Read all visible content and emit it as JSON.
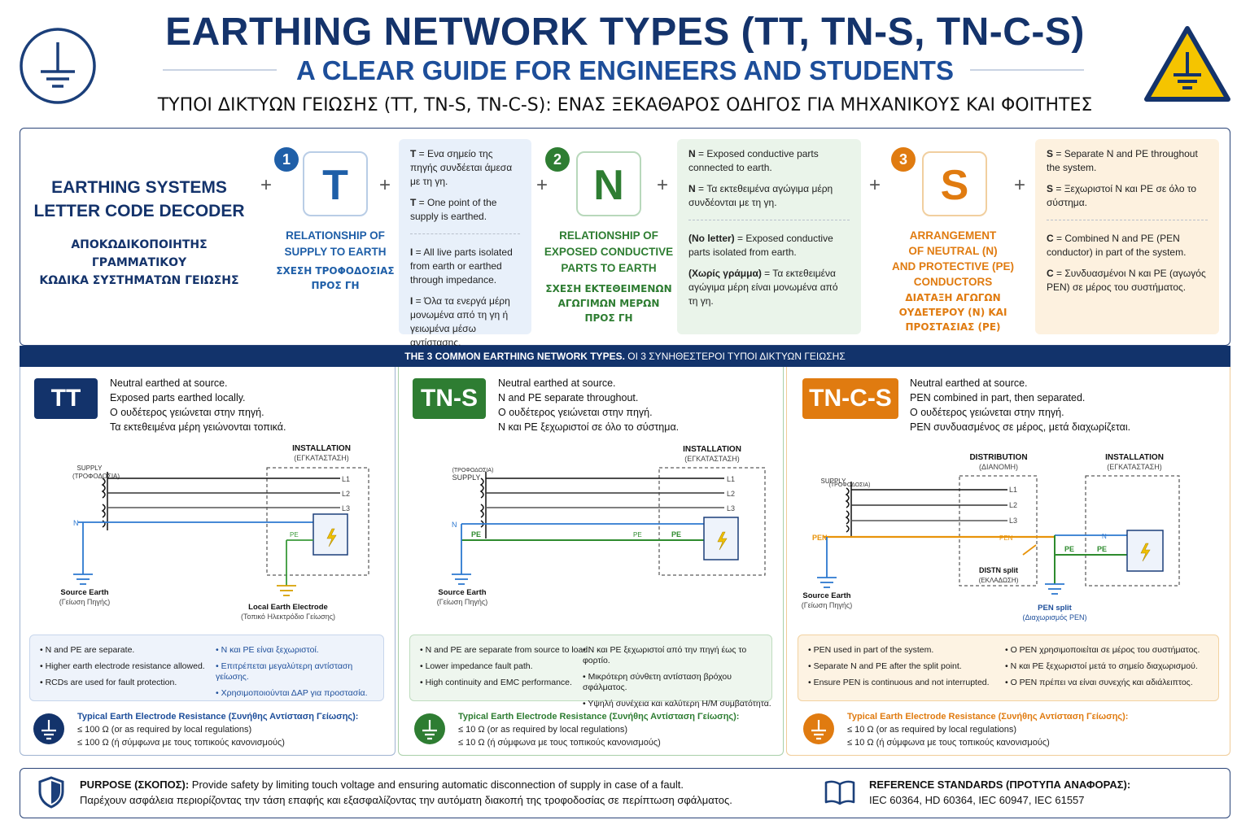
{
  "header": {
    "title": "EARTHING NETWORK TYPES (TT, TN-S, TN-C-S)",
    "subtitle": "A CLEAR GUIDE FOR ENGINEERS AND STUDENTS",
    "title_gr": "ΤΥΠΟΙ ΔΙΚΤΥΩΝ ΓΕΙΩΣΗΣ (TT, TN-S, TN-C-S): ΕΝΑΣ ΞΕΚΑΘΑΡΟΣ ΟΔΗΓΟΣ ΓΙΑ ΜΗΧΑΝΙΚΟΥΣ ΚΑΙ ΦΟΙΤΗΤΕΣ",
    "left_icon": "earth-ground-icon",
    "right_icon": "warning-earth-icon"
  },
  "decoder": {
    "title": "EARTHING SYSTEMS LETTER CODE DECODER",
    "title_line1": "EARTHING SYSTEMS",
    "title_line2": "LETTER CODE DECODER",
    "title_gr_line1": "ΑΠΟΚΩΔΙΚΟΠΟΙΗΤΗΣ ΓΡΑΜΜΑΤΙΚΟΥ",
    "title_gr_line2": "ΚΩΔΙΚΑ ΣΥΣΤΗΜΑΤΩΝ ΓΕΙΩΣΗΣ",
    "plus": "+",
    "letters": [
      {
        "num": "1",
        "letter": "T",
        "color": "#1f5fa8",
        "label_l1": "RELATIONSHIP OF",
        "label_l2": "SUPPLY TO EARTH",
        "label_gr_l1": "ΣΧΕΣΗ ΤΡΟΦΟΔΟΣΙΑΣ",
        "label_gr_l2": "ΠΡΟΣ ΓΗ",
        "defs": [
          {
            "key": "T",
            "text": " = Ενα σημείο της πηγής συνδέεται άμεσα με τη γη."
          },
          {
            "key": "T",
            "text": " = One point of the supply is earthed."
          },
          {
            "key": "I",
            "text": " = All live parts isolated from earth or earthed through impedance."
          },
          {
            "key": "I",
            "text": " = Όλα τα ενεργά μέρη μονωμένα από τη γη ή γειωμένα μέσω αντίστασης."
          }
        ]
      },
      {
        "num": "2",
        "letter": "N",
        "color": "#2e7d32",
        "label_l1": "RELATIONSHIP OF",
        "label_l2": "EXPOSED CONDUCTIVE",
        "label_l3": "PARTS TO EARTH",
        "label_gr_l1": "ΣΧΕΣΗ ΕΚΤΕΘΕΙΜΕΝΩΝ",
        "label_gr_l2": "ΑΓΩΓΙΜΩΝ ΜΕΡΩΝ",
        "label_gr_l3": "ΠΡΟΣ ΓΗ",
        "defs": [
          {
            "key": "N",
            "text": " = Exposed conductive parts connected to earth."
          },
          {
            "key": "N",
            "text": " = Τα εκτεθειμένα αγώγιμα μέρη συνδέονται με τη γη."
          },
          {
            "key": "(No letter)",
            "text": " = Exposed conductive parts isolated from earth."
          },
          {
            "key": "(Χωρίς γράμμα)",
            "text": " = Τα εκτεθειμένα αγώγιμα μέρη είναι μονωμένα από τη γη."
          }
        ]
      },
      {
        "num": "3",
        "letter": "S",
        "color": "#e07b10",
        "label_l1": "ARRANGEMENT",
        "label_l2": "OF NEUTRAL (N)",
        "label_l3": "AND PROTECTIVE (PE)",
        "label_l4": "CONDUCTORS",
        "label_gr_l1": "ΔΙΑΤΑΞΗ ΑΓΩΓΩΝ",
        "label_gr_l2": "ΟΥΔΕΤΕΡΟΥ (N) ΚΑΙ",
        "label_gr_l3": "ΠΡΟΣΤΑΣΙΑΣ (PE)",
        "defs": [
          {
            "key": "S",
            "text": " = Separate N and PE throughout the system."
          },
          {
            "key": "S",
            "text": " = Ξεχωριστοί N και PE σε όλο το σύστημα."
          },
          {
            "key": "C",
            "text": " = Combined N and PE (PEN conductor) in part of the system."
          },
          {
            "key": "C",
            "text": " = Συνδυασμένοι N και PE (αγωγός PEN) σε μέρος του συστήματος."
          }
        ]
      }
    ]
  },
  "banner": {
    "en": "THE 3 COMMON EARTHING NETWORK TYPES.",
    "gr": " ΟΙ 3 ΣΥΝΗΘΕΣΤΕΡΟΙ ΤΥΠΟΙ ΔΙΚΤΥΩΝ ΓΕΙΩΣΗΣ"
  },
  "networks": [
    {
      "id": "TT",
      "badge": "TT",
      "color": "#13336b",
      "desc": [
        "Neutral earthed at source.",
        "Exposed parts earthed locally.",
        "Ο ουδέτερος γειώνεται στην πηγή.",
        "Τα εκτεθειμένα μέρη γειώνονται τοπικά."
      ],
      "diagram": {
        "installation": "INSTALLATION",
        "installation_gr": "(ΕΓΚΑΤΑΣΤΑΣΗ)",
        "supply": "SUPPLY",
        "supply_gr": "(ΤΡΟΦΟΔΟΣΙΑ)",
        "lines": [
          "L1",
          "L2",
          "L3"
        ],
        "n": "N",
        "pe": "PE",
        "source_earth": "Source Earth",
        "source_earth_gr": "(Γείωση Πηγής)",
        "local_earth": "Local Earth Electrode",
        "local_earth_gr": "(Τοπικό Ηλεκτρόδιο Γείωσης)"
      },
      "bullets_en": [
        "N and PE are separate.",
        "Higher earth electrode resistance allowed.",
        "RCDs are used for fault protection."
      ],
      "bullets_gr": [
        "N και PE είναι ξεχωριστοί.",
        "Επιτρέπεται μεγαλύτερη αντίσταση γείωσης.",
        "Χρησιμοποιούνται ΔΑΡ για προστασία."
      ],
      "res_title": "Typical Earth Electrode Resistance (Συνήθης Αντίσταση Γείωσης):",
      "res_l1": "≤ 100 Ω (or as required by local regulations)",
      "res_l2": "≤ 100 Ω (ή σύμφωνα με τους τοπικούς κανονισμούς)"
    },
    {
      "id": "TN-S",
      "badge": "TN-S",
      "color": "#2e7d32",
      "desc": [
        "Neutral earthed at source.",
        "N and PE separate throughout.",
        "Ο ουδέτερος γειώνεται στην πηγή.",
        "N και PE ξεχωριστοί σε όλο το σύστημα."
      ],
      "diagram": {
        "installation": "INSTALLATION",
        "installation_gr": "(ΕΓΚΑΤΑΣΤΑΣΗ)",
        "supply": "SUPPLY",
        "supply_gr": "(ΤΡΟΦΟΔΟΣΙΑ)",
        "lines": [
          "L1",
          "L2",
          "L3"
        ],
        "n": "N",
        "pe": "PE",
        "source_earth": "Source Earth",
        "source_earth_gr": "(Γείωση Πηγής)"
      },
      "bullets_en": [
        "N and PE are separate from source to load.",
        "Lower impedance fault path.",
        "High continuity and EMC performance."
      ],
      "bullets_gr": [
        "N και PE ξεχωριστοί από την πηγή έως το φορτίο.",
        "Μικρότερη σύνθετη αντίσταση βρόχου σφάλματος.",
        "Υψηλή συνέχεια και καλύτερη Η/Μ συμβατότητα."
      ],
      "res_title": "Typical Earth Electrode Resistance (Συνήθης Αντίσταση Γείωσης):",
      "res_l1": "≤ 10 Ω (or as required by local regulations)",
      "res_l2": "≤ 10 Ω (ή σύμφωνα με τους τοπικούς κανονισμούς)"
    },
    {
      "id": "TN-C-S",
      "badge": "TN-C-S",
      "color": "#e07b10",
      "desc": [
        "Neutral earthed at source.",
        "PEN combined in part, then separated.",
        "Ο ουδέτερος γειώνεται στην πηγή.",
        "PEN συνδυασμένος σε μέρος, μετά διαχωρίζεται."
      ],
      "diagram": {
        "distribution": "DISTRIBUTION",
        "distribution_gr": "(ΔΙΑΝΟΜΗ)",
        "installation": "INSTALLATION",
        "installation_gr": "(ΕΓΚΑΤΑΣΤΑΣΗ)",
        "supply": "SUPPLY",
        "supply_gr": "(ΤΡΟΦΟΔΟΣΙΑ)",
        "lines": [
          "L1",
          "L2",
          "L3"
        ],
        "pen": "PEN",
        "n": "N",
        "pe": "PE",
        "dist_split": "DISTN split",
        "dist_split_gr": "(ΕΚΛΑΔΩΣΗ)",
        "source_earth": "Source Earth",
        "source_earth_gr": "(Γείωση Πηγής)",
        "pen_split": "PEN split",
        "pen_split_gr": "(Διαχωρισμός PEN)"
      },
      "bullets_en": [
        "PEN used in part of the system.",
        "Separate N and PE after the split point.",
        "Ensure PEN is continuous and not interrupted."
      ],
      "bullets_gr": [
        "Ο PEN χρησιμοποιείται σε μέρος του συστήματος.",
        "N και PE ξεχωριστοί μετά το σημείο διαχωρισμού.",
        "Ο PEN πρέπει να είναι συνεχής και αδιάλειπτος."
      ],
      "res_title": "Typical Earth Electrode Resistance (Συνήθης Αντίσταση Γείωσης):",
      "res_l1": "≤ 10 Ω (or as required by local regulations)",
      "res_l2": "≤ 10 Ω (ή σύμφωνα με τους τοπικούς κανονισμούς)"
    }
  ],
  "footer": {
    "purpose_label": "PURPOSE (ΣΚΟΠΟΣ):",
    "purpose_en": " Provide safety by limiting touch voltage and ensuring automatic disconnection of supply in case of a fault.",
    "purpose_gr": "Παρέχουν ασφάλεια περιορίζοντας την τάση επαφής και εξασφαλίζοντας την αυτόματη διακοπή της τροφοδοσίας σε περίπτωση σφάλματος.",
    "ref_label": "REFERENCE STANDARDS (ΠΡΟΤΥΠΑ ΑΝΑΦΟΡΑΣ):",
    "ref_list": "IEC 60364, HD 60364, IEC 60947, IEC 61557",
    "purpose_icon": "shield-icon",
    "ref_icon": "book-icon"
  }
}
